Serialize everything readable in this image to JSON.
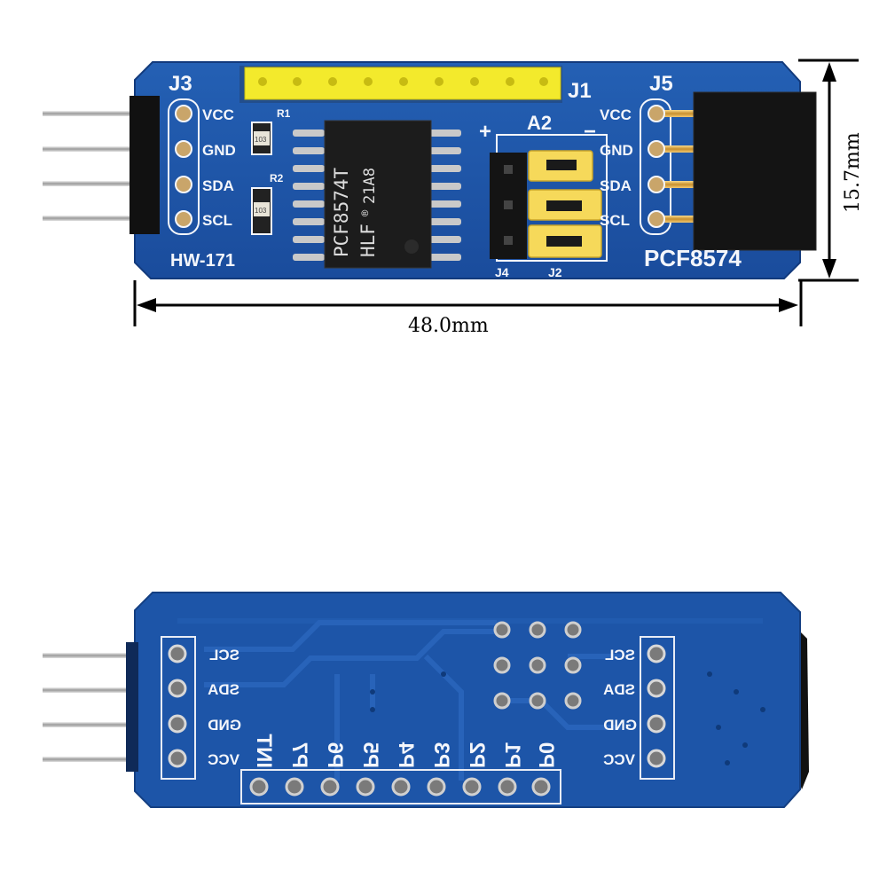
{
  "dimensions": {
    "width_label": "48.0mm",
    "height_label": "15.7mm"
  },
  "top_board": {
    "model": "HW-171",
    "product": "PCF8574",
    "chip_line1": "PCF8574T",
    "chip_line2": "HLF",
    "chip_mark": "®",
    "chip_code": "21A8",
    "j3": "J3",
    "j5": "J5",
    "j1": "J1",
    "j2": "J2",
    "j4": "J4",
    "a2": "A2",
    "plus": "+",
    "minus": "−",
    "r1": "R1",
    "r2": "R2",
    "r_code": "103",
    "left_pins": [
      "VCC",
      "GND",
      "SDA",
      "SCL"
    ],
    "right_pins": [
      "VCC",
      "GND",
      "SDA",
      "SCL"
    ]
  },
  "bottom_board": {
    "left_pins": [
      "SCL",
      "SDA",
      "GND",
      "VCC"
    ],
    "right_pins": [
      "SCL",
      "SDA",
      "GND",
      "VCC"
    ],
    "port_labels": [
      "INT",
      "P7",
      "P6",
      "P5",
      "P4",
      "P3",
      "P2",
      "P1",
      "P0"
    ]
  },
  "colors": {
    "pcb": "#1e54a8",
    "header": "#f3ea2c",
    "jumper": "#f6d95a",
    "chip": "#1c1c1c"
  }
}
